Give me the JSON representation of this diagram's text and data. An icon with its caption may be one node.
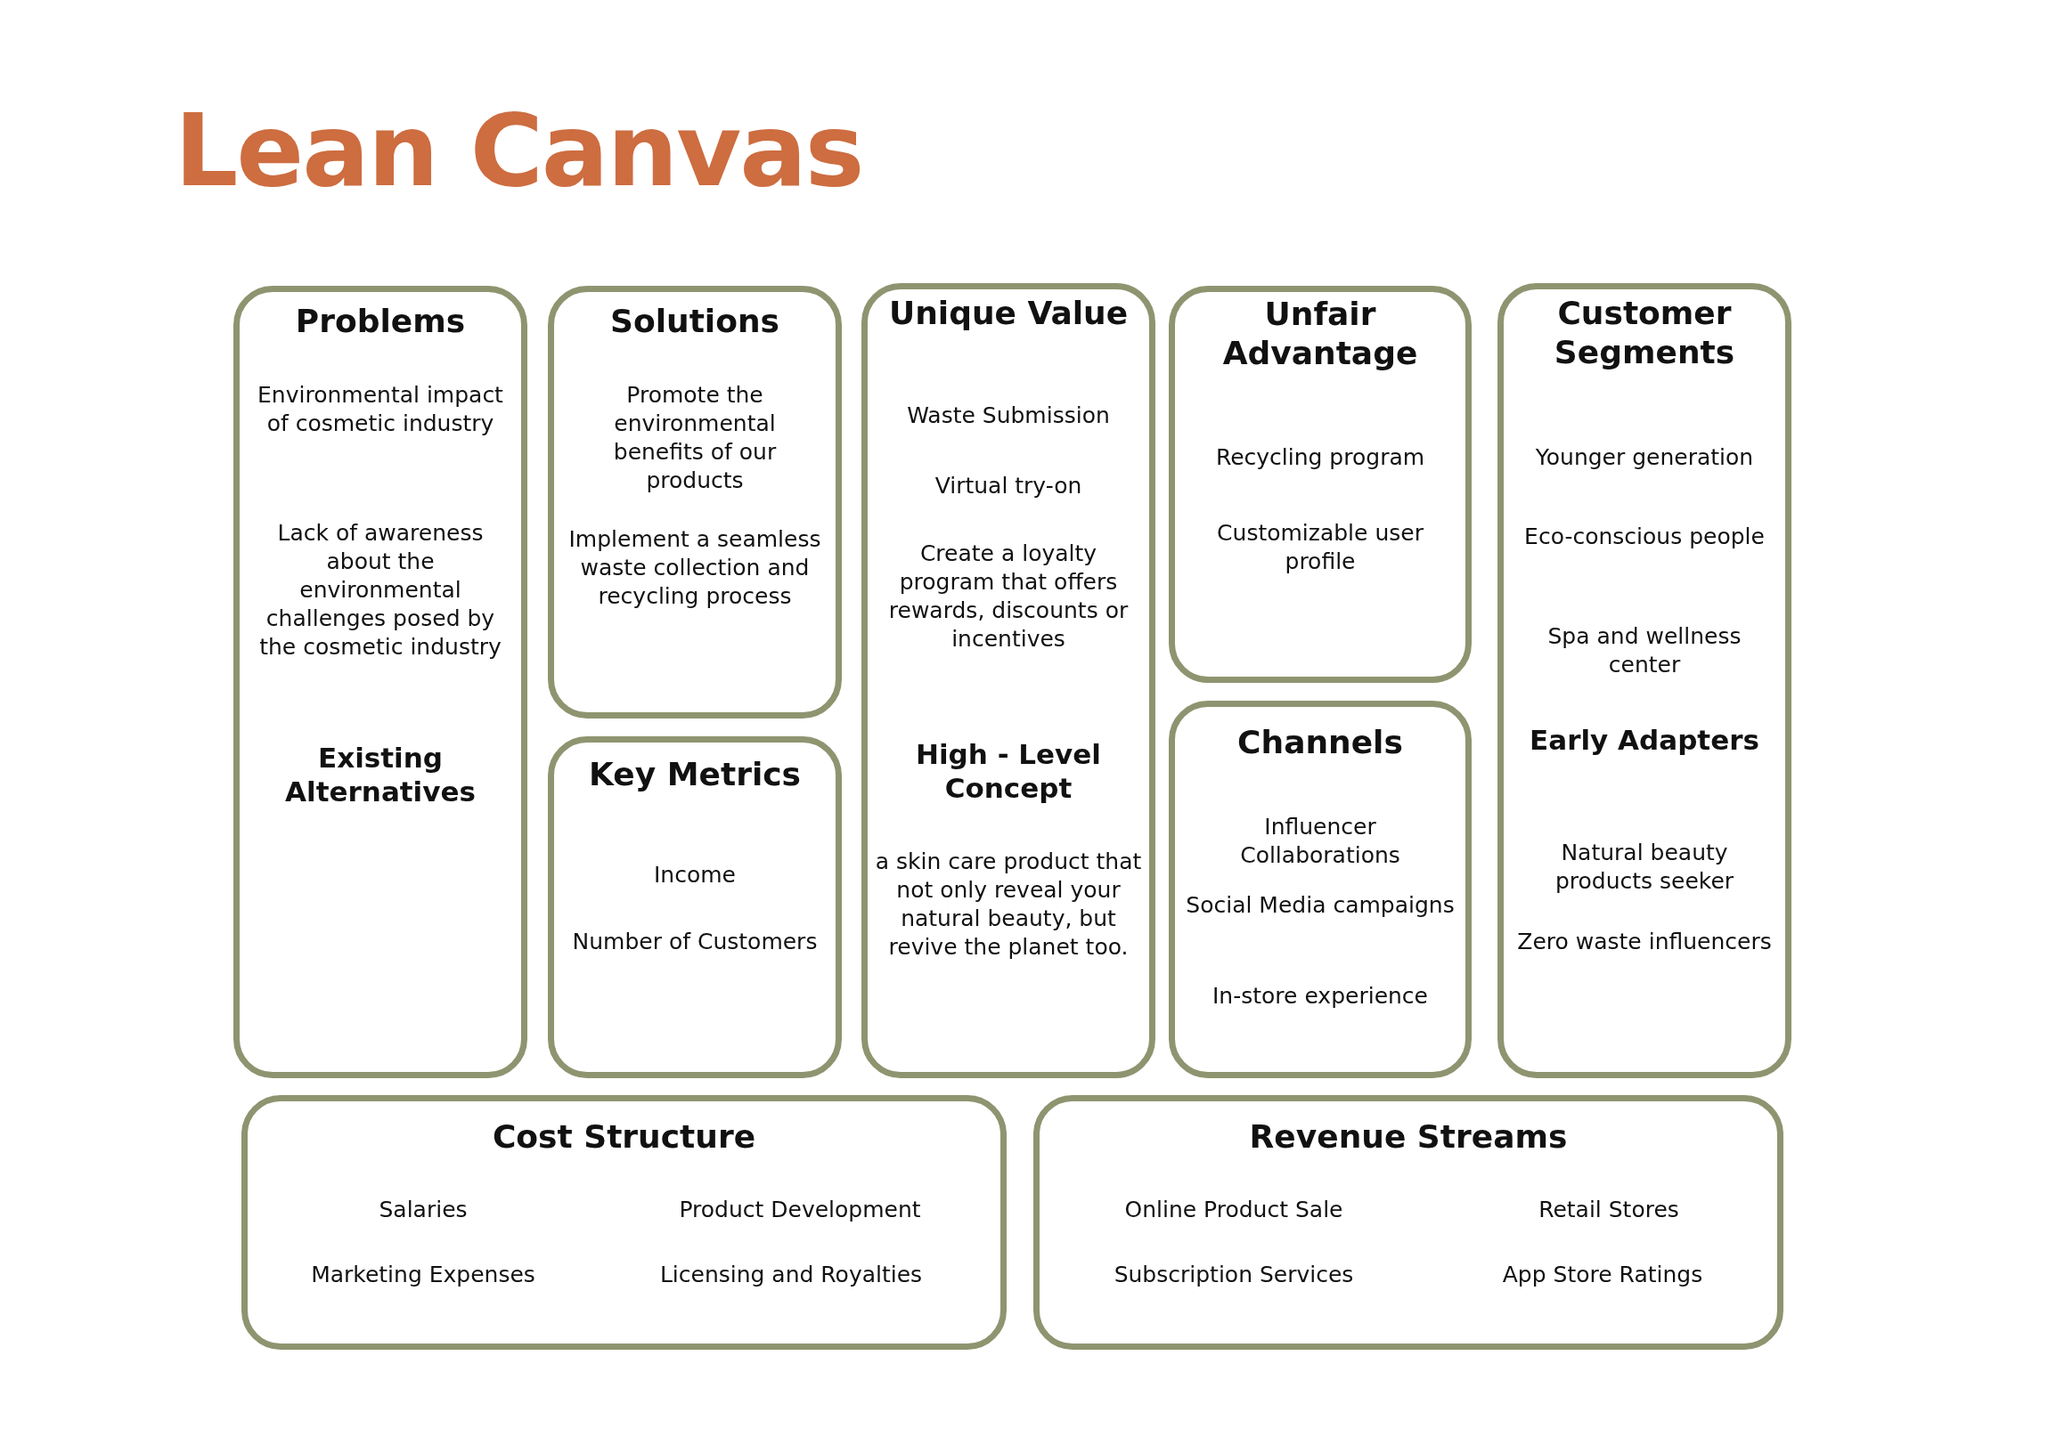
{
  "diagram": {
    "title": "Lean Canvas",
    "nodes": [
      {
        "text": [
          "Problems",
          "Environmental impact of cosmetic industry",
          "Lack of awareness about the environmental challenges posed by the cosmetic industry",
          "Existing Alternatives"
        ]
      },
      {
        "text": [
          "Solutions",
          "Promote the environmental benefits of our products",
          "Implement a seamless waste collection and recycling process"
        ]
      },
      {
        "text": [
          "Unique Value",
          "Waste Submission",
          "Virtual try-on",
          "Create a loyalty program that offers rewards, discounts or incentives",
          "High - Level Concept",
          "a skin care product that not only reveal your natural beauty, but revive the planet too."
        ]
      },
      {
        "text": [
          "Unfair Advantage",
          "Recycling program",
          "Customizable user profile"
        ]
      },
      {
        "text": [
          "Customer Segments",
          "Younger generation",
          "Eco-conscious people",
          "Spa and wellness center",
          "Early Adapters",
          "Natural beauty products seeker",
          "Zero waste influencers"
        ]
      },
      {
        "text": [
          "Key Metrics",
          "Income",
          "Number of Customers"
        ]
      },
      {
        "text": [
          "Channels",
          "Influencer Collaborations",
          "Social Media campaigns",
          "In-store experience"
        ]
      },
      {
        "text": [
          "Cost Structure",
          "Salaries",
          "Product Development",
          "Marketing Expenses",
          "Licensing and Royalties"
        ]
      },
      {
        "text": [
          "Revenue Streams",
          "Online Product Sale",
          "Retail Stores",
          "Subscription Services",
          "App Store Ratings"
        ]
      }
    ]
  }
}
